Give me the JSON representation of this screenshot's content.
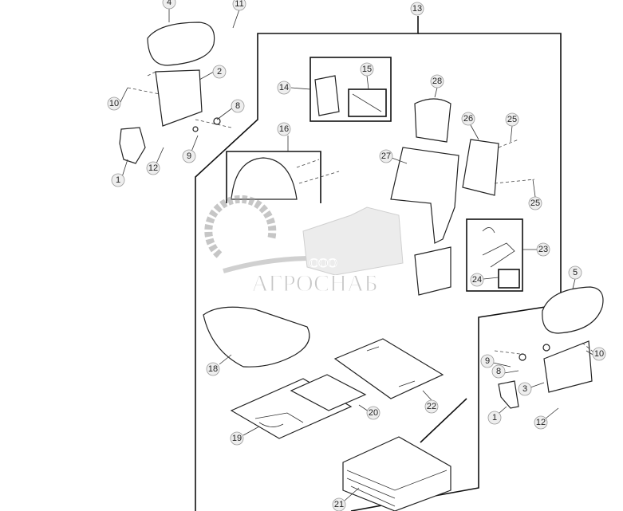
{
  "diagram": {
    "callouts": [
      "4",
      "11",
      "13",
      "2",
      "10",
      "8",
      "9",
      "12",
      "1",
      "14",
      "15",
      "28",
      "16",
      "26",
      "25",
      "27",
      "25",
      "23",
      "24",
      "5",
      "18",
      "9",
      "10",
      "8",
      "3",
      "22",
      "20",
      "1",
      "12",
      "19",
      "21"
    ]
  },
  "watermark": {
    "prefix": "ООО",
    "name": "АГРОСНАБ"
  },
  "colors": {
    "line": "#222222",
    "callout_fill": "#eeeeee",
    "watermark": "#9a9a9a"
  }
}
